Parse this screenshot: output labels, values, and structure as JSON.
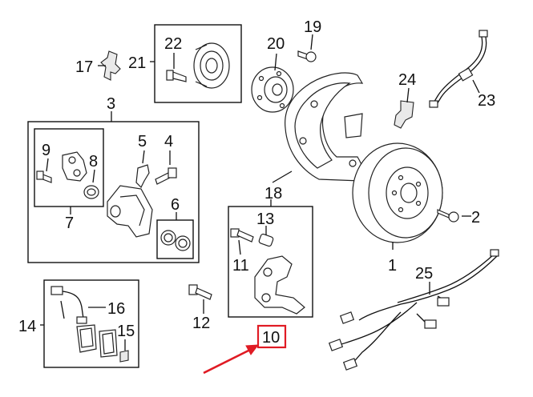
{
  "callouts": {
    "c1": "1",
    "c2": "2",
    "c3": "3",
    "c4": "4",
    "c5": "5",
    "c6": "6",
    "c7": "7",
    "c8": "8",
    "c9": "9",
    "c10": "10",
    "c11": "11",
    "c12": "12",
    "c13": "13",
    "c14": "14",
    "c15": "15",
    "c16": "16",
    "c17": "17",
    "c18": "18",
    "c19": "19",
    "c20": "20",
    "c21": "21",
    "c22": "22",
    "c23": "23",
    "c24": "24",
    "c25": "25"
  },
  "highlight": {
    "part": "10",
    "color": "#e01b24"
  }
}
